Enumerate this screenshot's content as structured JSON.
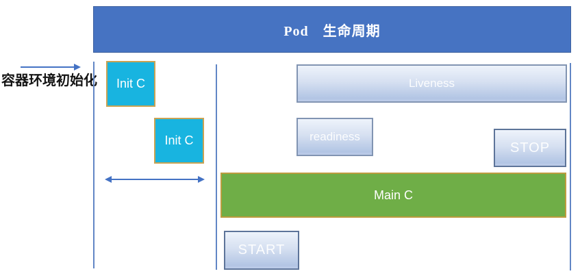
{
  "header": {
    "title": "Pod　生命周期"
  },
  "left_annotation": {
    "label": "容器环境初始化"
  },
  "boxes": {
    "init_c_1": {
      "label": "Init C"
    },
    "init_c_2": {
      "label": "Init C"
    },
    "liveness": {
      "label": "Liveness"
    },
    "readiness": {
      "label": "readiness"
    },
    "stop": {
      "label": "STOP"
    },
    "main_c": {
      "label": "Main C"
    },
    "start": {
      "label": "START"
    }
  },
  "colors": {
    "header_blue": "#4673c2",
    "init_cyan": "#18b4e0",
    "init_border_gold": "#c9a353",
    "main_green": "#6fae47",
    "main_border_gold": "#bd9c3f",
    "probe_gradient_top": "#eef3fb",
    "probe_gradient_bottom": "#b2c5e4",
    "probe_border": "#8194b2",
    "button_border": "#5d7499",
    "line_blue": "#6186c5",
    "arrow_blue": "#4472c4",
    "label_black": "#141414"
  }
}
